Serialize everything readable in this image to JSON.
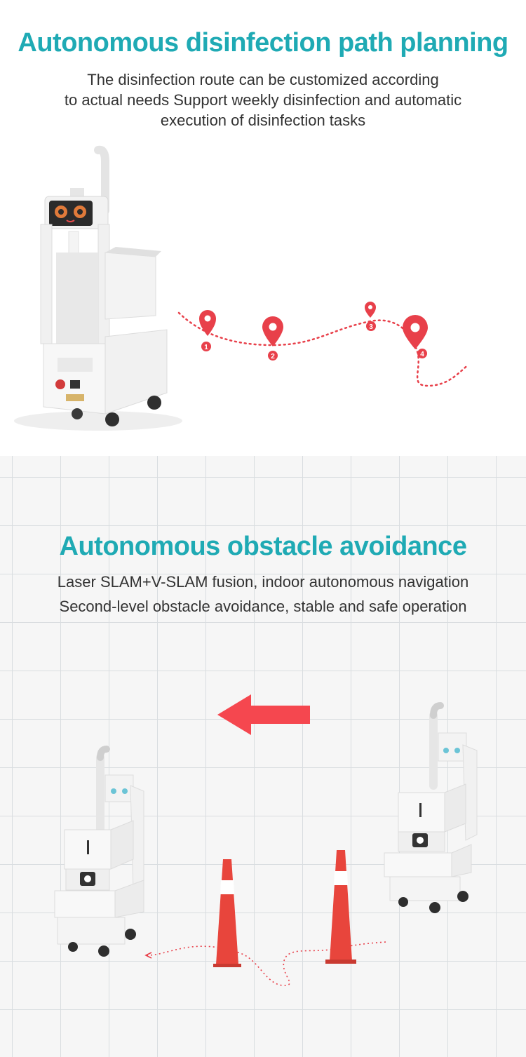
{
  "path_section": {
    "title": "Autonomous disinfection path planning",
    "description_lines": [
      "The disinfection route can be customized according",
      "to actual needs Support weekly disinfection and automatic",
      "execution of disinfection tasks"
    ],
    "waypoints": [
      "1",
      "2",
      "3",
      "4"
    ],
    "accent_color": "#e8404a"
  },
  "avoidance_section": {
    "title": "Autonomous obstacle avoidance",
    "description_lines": [
      "Laser SLAM+V-SLAM fusion, indoor autonomous navigation",
      "Second-level obstacle avoidance, stable and safe operation"
    ],
    "arrow_color": "#f5474f",
    "cone_color": "#e8453c"
  },
  "theme": {
    "title_color": "#1faab4",
    "text_color": "#333333"
  }
}
